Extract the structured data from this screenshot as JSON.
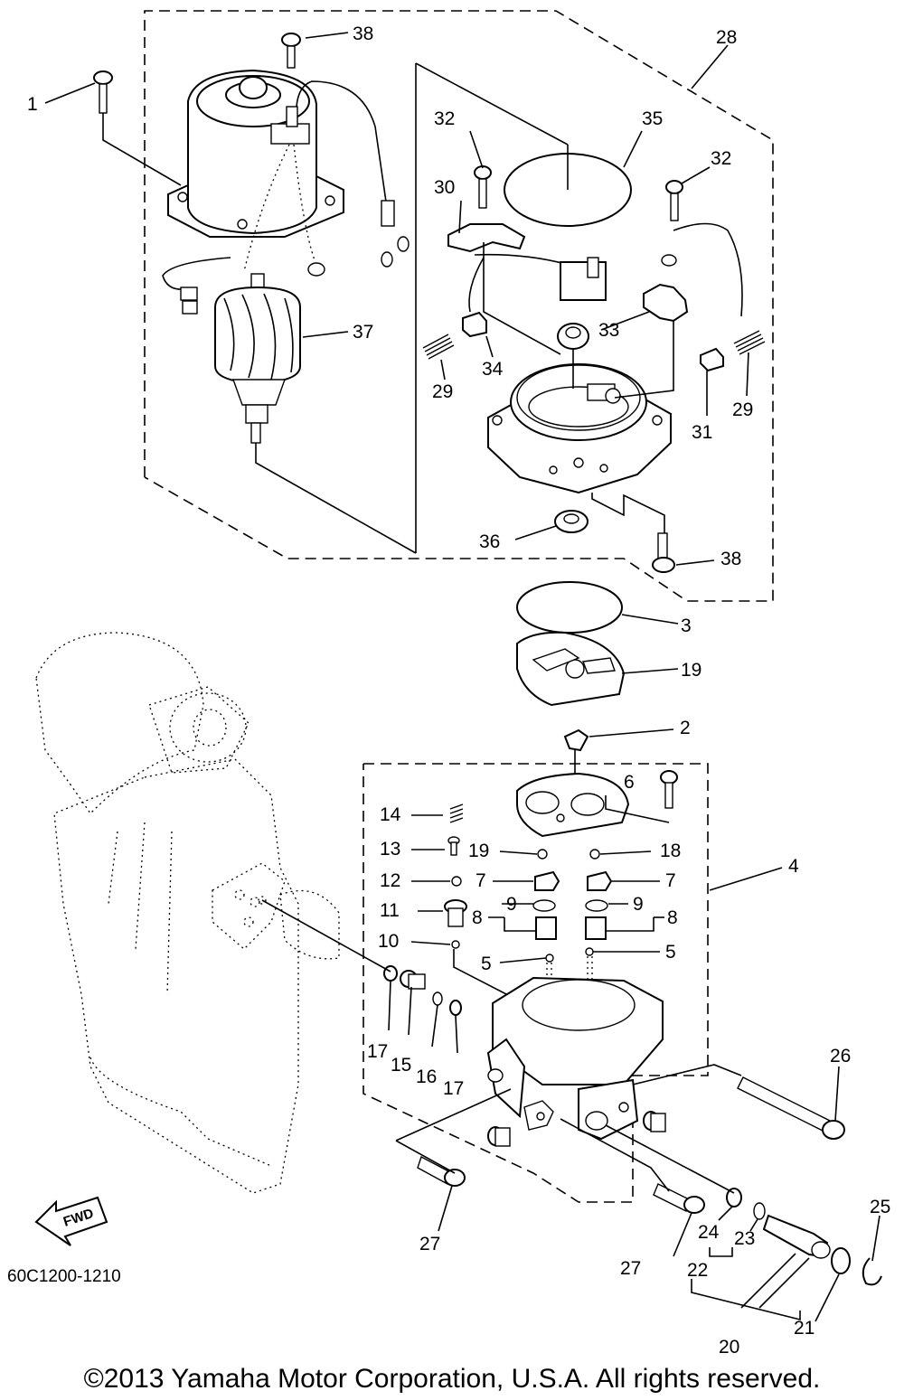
{
  "diagram": {
    "callouts": {
      "c1": "1",
      "c2": "2",
      "c3": "3",
      "c4": "4",
      "c5a": "5",
      "c5b": "5",
      "c6": "6",
      "c7a": "7",
      "c7b": "7",
      "c8a": "8",
      "c8b": "8",
      "c9a": "9",
      "c9b": "9",
      "c10": "10",
      "c11": "11",
      "c12": "12",
      "c13": "13",
      "c14": "14",
      "c15": "15",
      "c16": "16",
      "c17a": "17",
      "c17b": "17",
      "c18": "18",
      "c19a": "19",
      "c19b": "19",
      "c20": "20",
      "c21": "21",
      "c22": "22",
      "c23": "23",
      "c24": "24",
      "c25": "25",
      "c26": "26",
      "c27a": "27",
      "c27b": "27",
      "c28": "28",
      "c29a": "29",
      "c29b": "29",
      "c30": "30",
      "c31": "31",
      "c32a": "32",
      "c32b": "32",
      "c33": "33",
      "c34": "34",
      "c35": "35",
      "c36": "36",
      "c37": "37",
      "c38a": "38",
      "c38b": "38"
    },
    "drawing_code": "60C1200-1210",
    "fwd_label": "FWD",
    "copyright": "©2013 Yamaha Motor Corporation, U.S.A. All rights reserved."
  }
}
